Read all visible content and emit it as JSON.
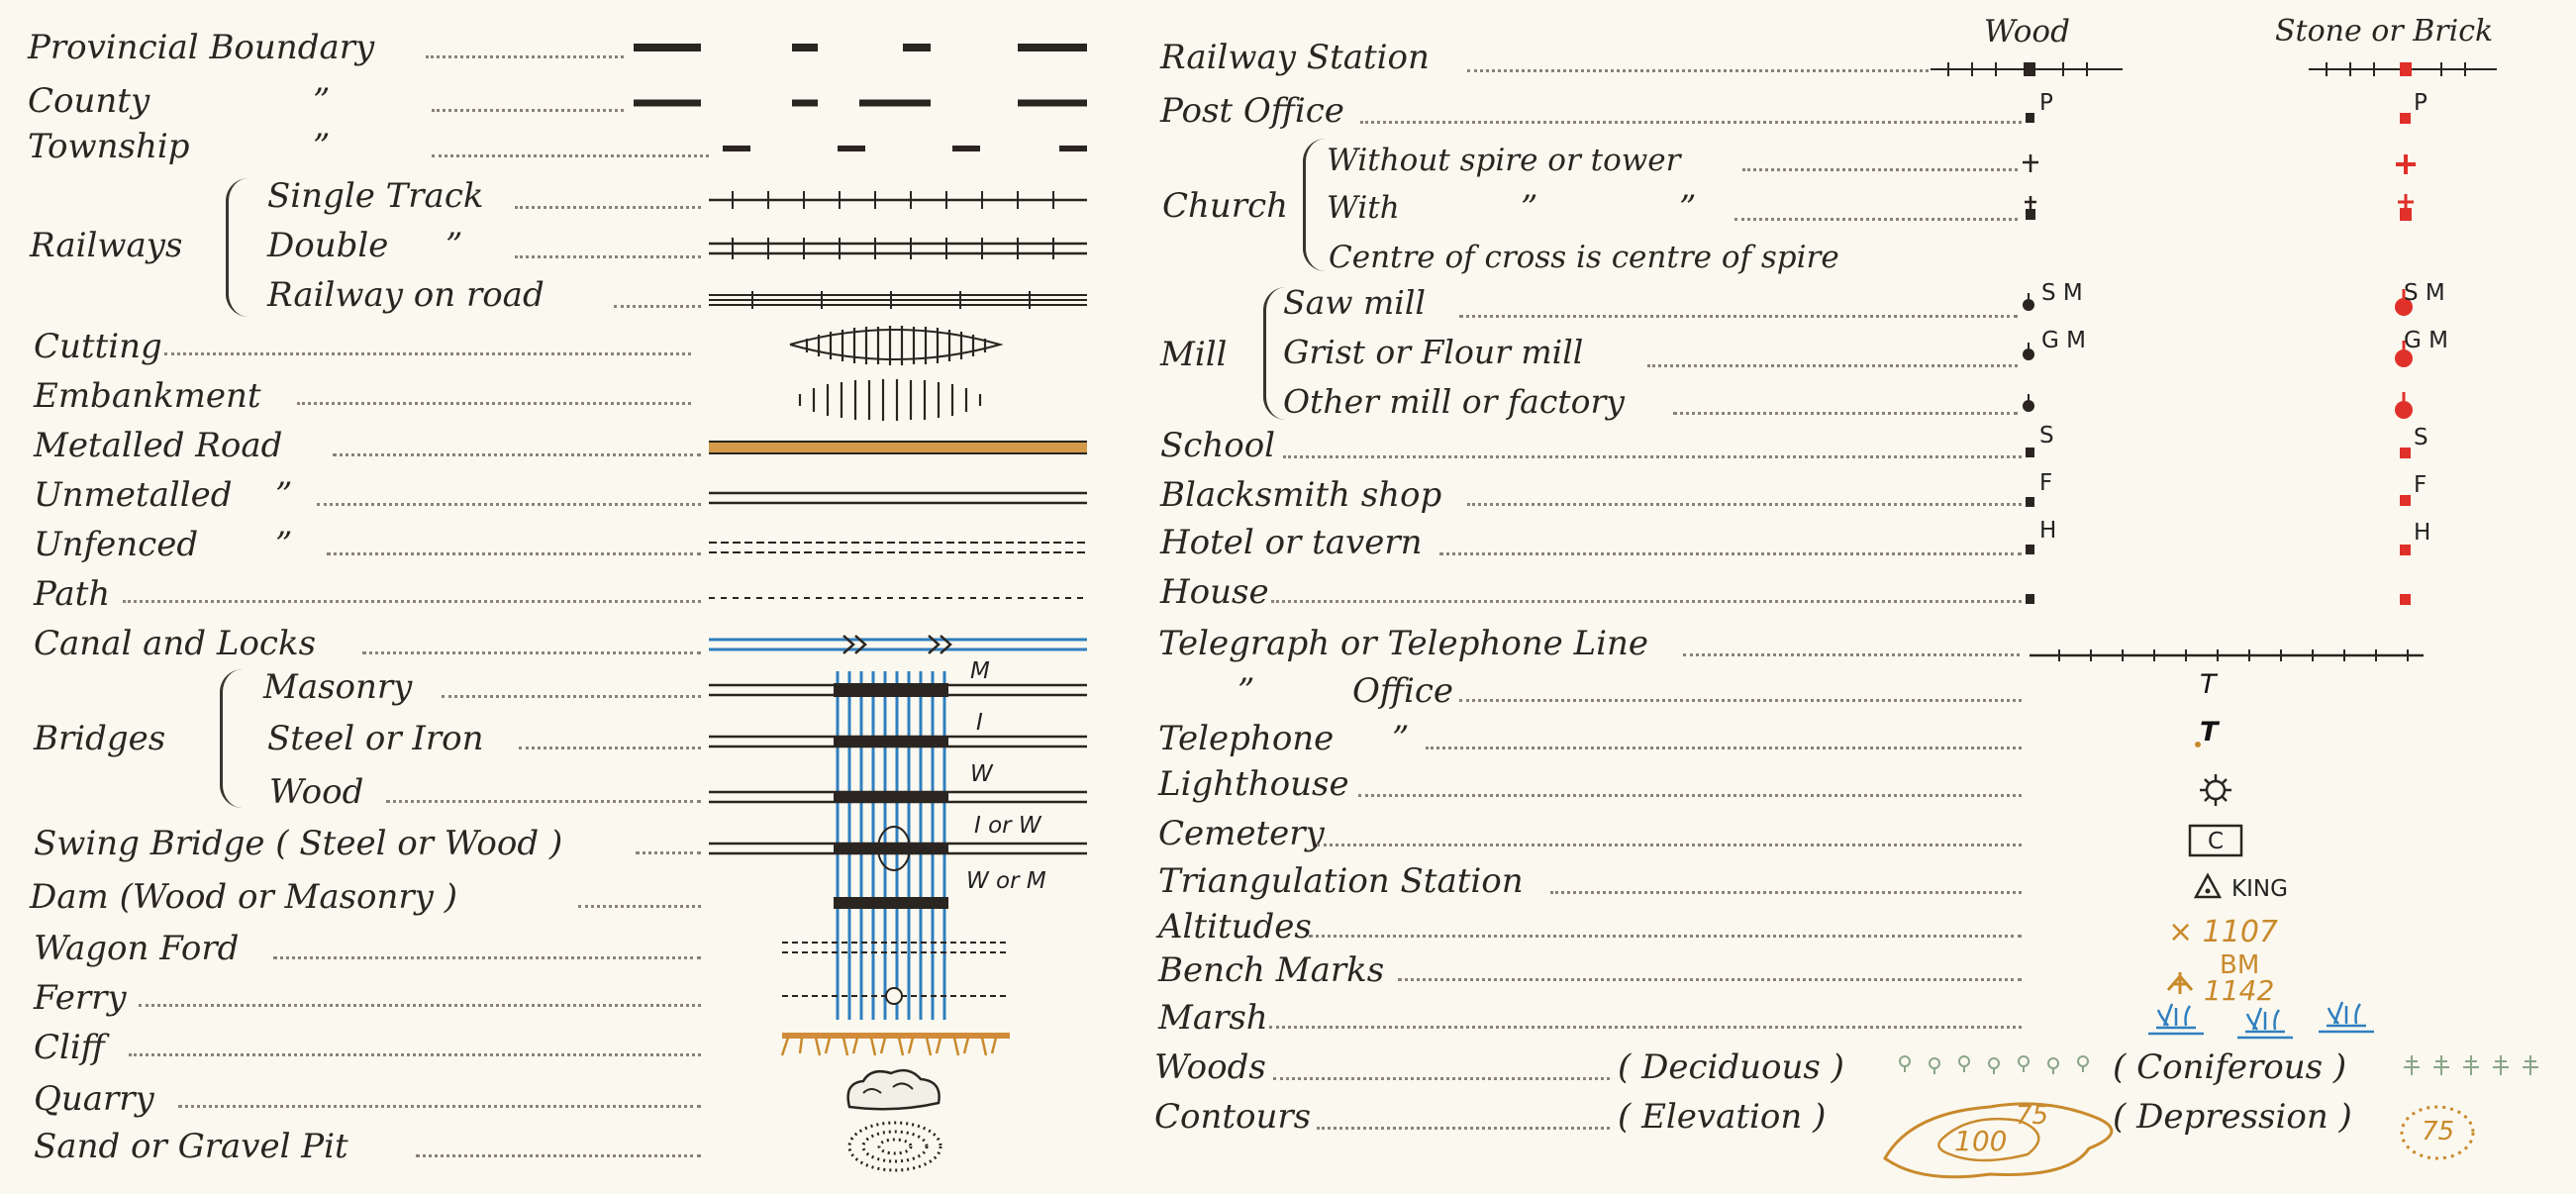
{
  "colors": {
    "ink": "#2a2520",
    "red": "#e0302a",
    "blue": "#2f7fbf",
    "ochre": "#c98a2c",
    "paper": "#fbf8ef"
  },
  "left": {
    "provincial_boundary": "Provincial Boundary",
    "county": "County",
    "township": "Township",
    "ditto": "”",
    "railways": "Railways",
    "single_track": "Single Track",
    "double": "Double",
    "railway_on_road": "Railway on road",
    "cutting": "Cutting",
    "embankment": "Embankment",
    "metalled_road": "Metalled Road",
    "unmetalled": "Unmetalled",
    "unfenced": "Unfenced",
    "path": "Path",
    "canal_and_locks": "Canal and Locks",
    "bridges": "Bridges",
    "masonry": "Masonry",
    "steel_or_iron": "Steel or Iron",
    "wood": "Wood",
    "swing_bridge": "Swing Bridge ( Steel or Wood )",
    "dam": "Dam (Wood or Masonry )",
    "wagon_ford": "Wagon Ford",
    "ferry": "Ferry",
    "cliff": "Cliff",
    "quarry": "Quarry",
    "sand_pit": "Sand or Gravel Pit",
    "code_m": "M",
    "code_i": "I",
    "code_w": "W",
    "code_i_or_w": "I or W",
    "code_w_or_m": "W or M"
  },
  "right": {
    "head_wood": "Wood",
    "head_stone": "Stone or Brick",
    "railway_station": "Railway Station",
    "post_office": "Post Office",
    "church": "Church",
    "without_spire": "Without spire or tower",
    "with": "With",
    "centre_cross": "Centre of cross is centre of spire",
    "mill": "Mill",
    "saw_mill": "Saw mill",
    "grist_mill": "Grist or Flour mill",
    "other_mill": "Other mill or factory",
    "school": "School",
    "blacksmith": "Blacksmith shop",
    "hotel": "Hotel or tavern",
    "house": "House",
    "telegraph": "Telegraph or Telephone Line",
    "office": "Office",
    "telephone": "Telephone",
    "lighthouse": "Lighthouse",
    "cemetery": "Cemetery",
    "triangulation": "Triangulation Station",
    "altitudes": "Altitudes",
    "bench_marks": "Bench Marks",
    "marsh": "Marsh",
    "woods": "Woods",
    "deciduous": "( Deciduous )",
    "coniferous": "( Coniferous )",
    "contours": "Contours",
    "elevation": "( Elevation )",
    "depression": "( Depression )",
    "code_p": "P",
    "code_sm": "S M",
    "code_gm": "G M",
    "code_s": "S",
    "code_f": "F",
    "code_h": "H",
    "t_office": "T",
    "t_phone": "T",
    "cemetery_c": "C",
    "king": "KING",
    "alt_value": "× 1107",
    "bm_label": "BM",
    "bm_value": "1142",
    "contour_75": "75",
    "contour_100": "100",
    "depression_75": "75"
  }
}
